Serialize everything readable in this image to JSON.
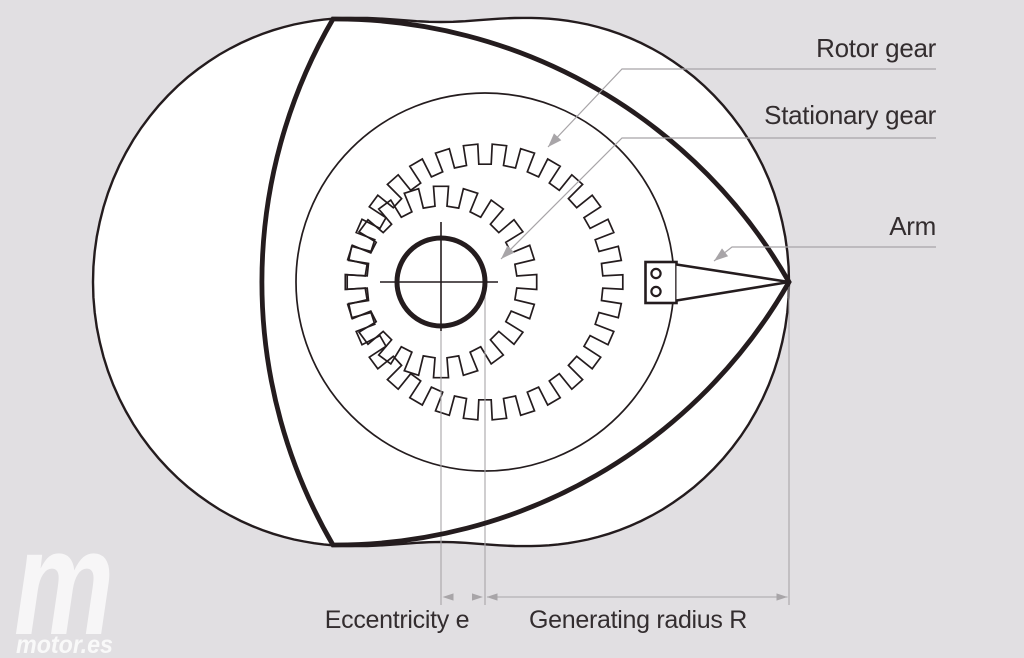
{
  "diagram": {
    "labels": {
      "rotor_gear": "Rotor gear",
      "stationary_gear": "Stationary gear",
      "arm": "Arm",
      "eccentricity": "Eccentricity e",
      "generating_radius": "Generating radius R"
    }
  },
  "watermark": {
    "logo_letter": "m",
    "site_name": "motor.es"
  },
  "colors": {
    "background": "#e1dfe2",
    "ink": "#241c1e",
    "guide_gray": "#a8a5a8",
    "label_text": "#332d2f",
    "watermark_white": "rgba(255,255,255,0.72)"
  }
}
